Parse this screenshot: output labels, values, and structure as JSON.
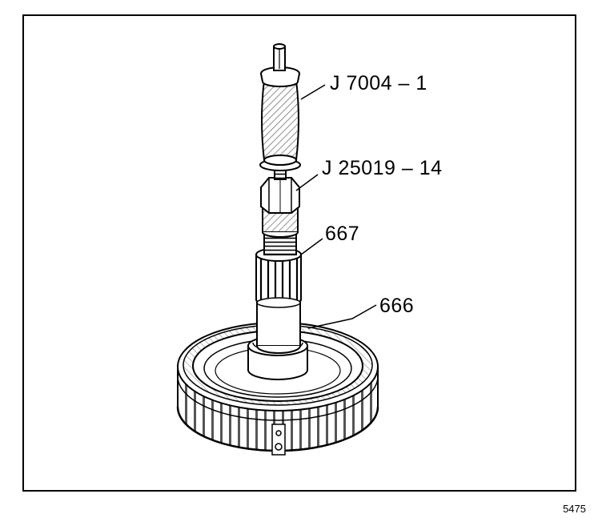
{
  "callouts": {
    "tool_1": "J 7004 – 1",
    "tool_2": "J 25019 – 14",
    "part_667": "667",
    "part_666": "666"
  },
  "figure_number": "5475",
  "colors": {
    "line": "#000000",
    "paper": "#ffffff",
    "shade": "#9a9a9a"
  }
}
